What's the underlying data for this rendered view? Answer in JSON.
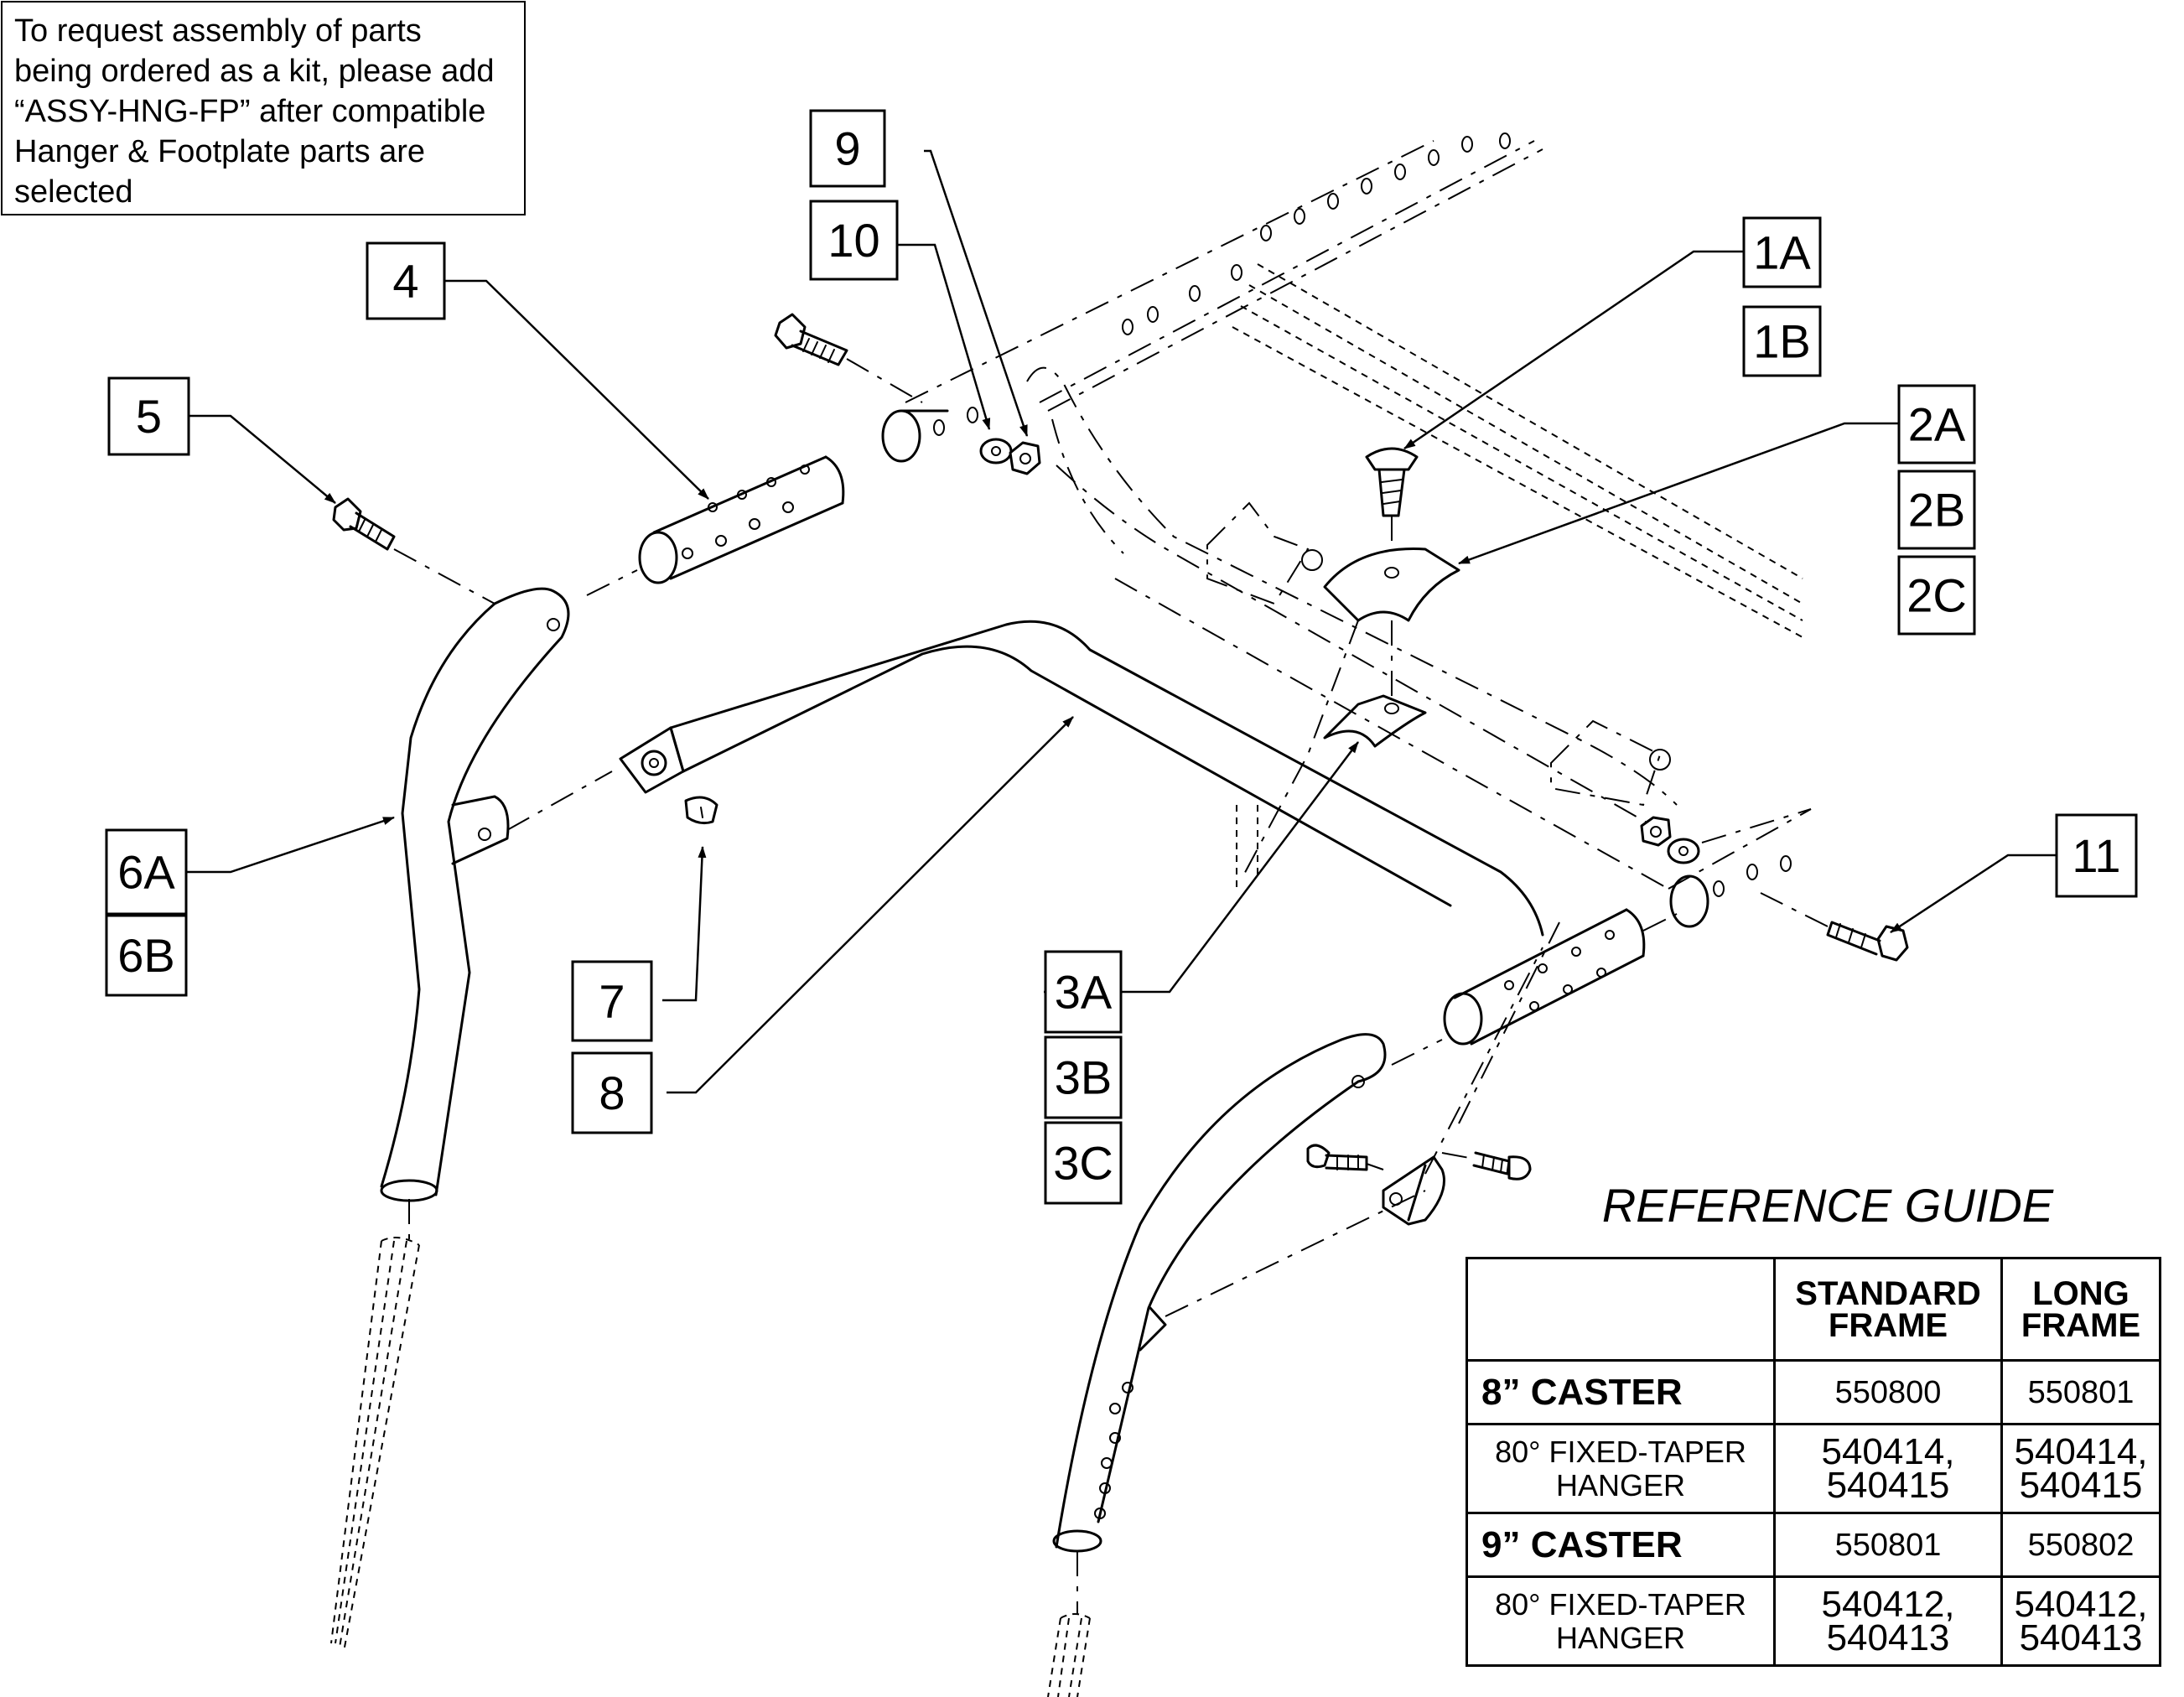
{
  "note": {
    "text": "To request assembly of parts\nbeing ordered as a kit, please add\n“ASSY-HNG-FP” after compatible\nHanger & Footplate parts are\nselected"
  },
  "callouts": [
    {
      "id": "c1a",
      "label": "1A"
    },
    {
      "id": "c1b",
      "label": "1B"
    },
    {
      "id": "c2a",
      "label": "2A"
    },
    {
      "id": "c2b",
      "label": "2B"
    },
    {
      "id": "c2c",
      "label": "2C"
    },
    {
      "id": "c3a",
      "label": "3A"
    },
    {
      "id": "c3b",
      "label": "3B"
    },
    {
      "id": "c3c",
      "label": "3C"
    },
    {
      "id": "c4",
      "label": "4"
    },
    {
      "id": "c5",
      "label": "5"
    },
    {
      "id": "c6a",
      "label": "6A"
    },
    {
      "id": "c6b",
      "label": "6B"
    },
    {
      "id": "c7",
      "label": "7"
    },
    {
      "id": "c8",
      "label": "8"
    },
    {
      "id": "c9",
      "label": "9"
    },
    {
      "id": "c10",
      "label": "10"
    },
    {
      "id": "c11",
      "label": "11"
    }
  ],
  "reference_guide": {
    "title": "REFERENCE GUIDE",
    "columns": [
      "",
      "STANDARD FRAME",
      "LONG FRAME"
    ],
    "rows": [
      {
        "label": "8” CASTER",
        "standard": "550800",
        "long": "550801"
      },
      {
        "label": "80° FIXED-TAPER HANGER",
        "standard": "540414, 540415",
        "long": "540414, 540415"
      },
      {
        "label": "9” CASTER",
        "standard": "550801",
        "long": "550802"
      },
      {
        "label": "80° FIXED-TAPER HANGER",
        "standard": "540412, 540413",
        "long": "540412, 540413"
      }
    ]
  }
}
